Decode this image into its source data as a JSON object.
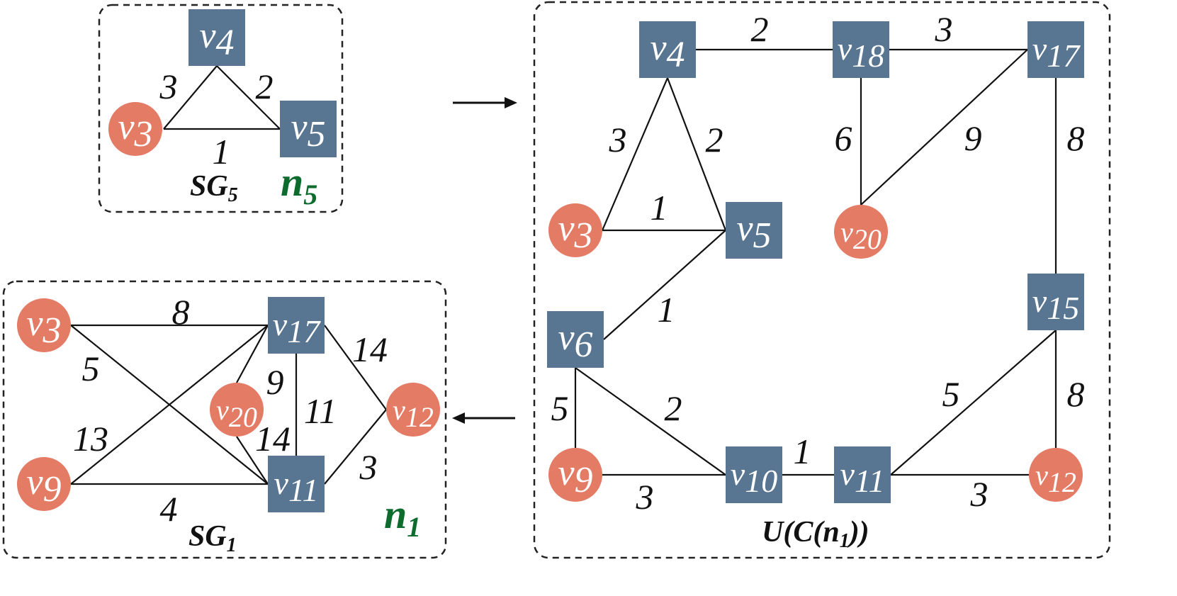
{
  "panels": {
    "sg5": {
      "caption": "SG",
      "caption_sub": "5",
      "tag": "n",
      "tag_sub": "5",
      "nodes": [
        {
          "id": "v4",
          "label": "v",
          "sub": "4",
          "shape": "square"
        },
        {
          "id": "v3",
          "label": "v",
          "sub": "3",
          "shape": "circle"
        },
        {
          "id": "v5",
          "label": "v",
          "sub": "5",
          "shape": "square"
        }
      ],
      "edges": [
        {
          "from": "v3",
          "to": "v4",
          "weight": "3"
        },
        {
          "from": "v4",
          "to": "v5",
          "weight": "2"
        },
        {
          "from": "v3",
          "to": "v5",
          "weight": "1"
        }
      ]
    },
    "union": {
      "caption": "U(C(n",
      "caption_sub": "1",
      "caption_end": "))",
      "nodes": [
        {
          "id": "v4",
          "label": "v",
          "sub": "4",
          "shape": "square"
        },
        {
          "id": "v18",
          "label": "v",
          "sub": "18",
          "shape": "square"
        },
        {
          "id": "v17",
          "label": "v",
          "sub": "17",
          "shape": "square"
        },
        {
          "id": "v3",
          "label": "v",
          "sub": "3",
          "shape": "circle"
        },
        {
          "id": "v5",
          "label": "v",
          "sub": "5",
          "shape": "square"
        },
        {
          "id": "v20",
          "label": "v",
          "sub": "20",
          "shape": "circle"
        },
        {
          "id": "v15",
          "label": "v",
          "sub": "15",
          "shape": "square"
        },
        {
          "id": "v6",
          "label": "v",
          "sub": "6",
          "shape": "square"
        },
        {
          "id": "v9",
          "label": "v",
          "sub": "9",
          "shape": "circle"
        },
        {
          "id": "v10",
          "label": "v",
          "sub": "10",
          "shape": "square"
        },
        {
          "id": "v11",
          "label": "v",
          "sub": "11",
          "shape": "square"
        },
        {
          "id": "v12",
          "label": "v",
          "sub": "12",
          "shape": "circle"
        }
      ],
      "edges": [
        {
          "from": "v4",
          "to": "v18",
          "weight": "2"
        },
        {
          "from": "v18",
          "to": "v17",
          "weight": "3"
        },
        {
          "from": "v4",
          "to": "v3",
          "weight": "3"
        },
        {
          "from": "v4",
          "to": "v5",
          "weight": "2"
        },
        {
          "from": "v3",
          "to": "v5",
          "weight": "1"
        },
        {
          "from": "v18",
          "to": "v20",
          "weight": "6"
        },
        {
          "from": "v17",
          "to": "v20",
          "weight": "9"
        },
        {
          "from": "v17",
          "to": "v15",
          "weight": "8"
        },
        {
          "from": "v5",
          "to": "v6",
          "weight": "1"
        },
        {
          "from": "v6",
          "to": "v9",
          "weight": "5"
        },
        {
          "from": "v6",
          "to": "v10",
          "weight": "2"
        },
        {
          "from": "v9",
          "to": "v10",
          "weight": "3"
        },
        {
          "from": "v10",
          "to": "v11",
          "weight": "1"
        },
        {
          "from": "v11",
          "to": "v15",
          "weight": "5"
        },
        {
          "from": "v15",
          "to": "v12",
          "weight": "8"
        },
        {
          "from": "v11",
          "to": "v12",
          "weight": "3"
        }
      ]
    },
    "sg1": {
      "caption": "SG",
      "caption_sub": "1",
      "tag": "n",
      "tag_sub": "1",
      "nodes": [
        {
          "id": "v3",
          "label": "v",
          "sub": "3",
          "shape": "circle"
        },
        {
          "id": "v17",
          "label": "v",
          "sub": "17",
          "shape": "square"
        },
        {
          "id": "v20",
          "label": "v",
          "sub": "20",
          "shape": "circle"
        },
        {
          "id": "v12",
          "label": "v",
          "sub": "12",
          "shape": "circle"
        },
        {
          "id": "v9",
          "label": "v",
          "sub": "9",
          "shape": "circle"
        },
        {
          "id": "v11",
          "label": "v",
          "sub": "11",
          "shape": "square"
        }
      ],
      "edges": [
        {
          "from": "v3",
          "to": "v17",
          "weight": "8"
        },
        {
          "from": "v3",
          "to": "v11",
          "weight": "5"
        },
        {
          "from": "v9",
          "to": "v17",
          "weight": "13"
        },
        {
          "from": "v9",
          "to": "v11",
          "weight": "4"
        },
        {
          "from": "v17",
          "to": "v20",
          "weight": "9"
        },
        {
          "from": "v20",
          "to": "v11",
          "weight": "14"
        },
        {
          "from": "v17",
          "to": "v11",
          "weight": "11"
        },
        {
          "from": "v17",
          "to": "v12",
          "weight": "14"
        },
        {
          "from": "v11",
          "to": "v12",
          "weight": "3"
        }
      ]
    }
  }
}
